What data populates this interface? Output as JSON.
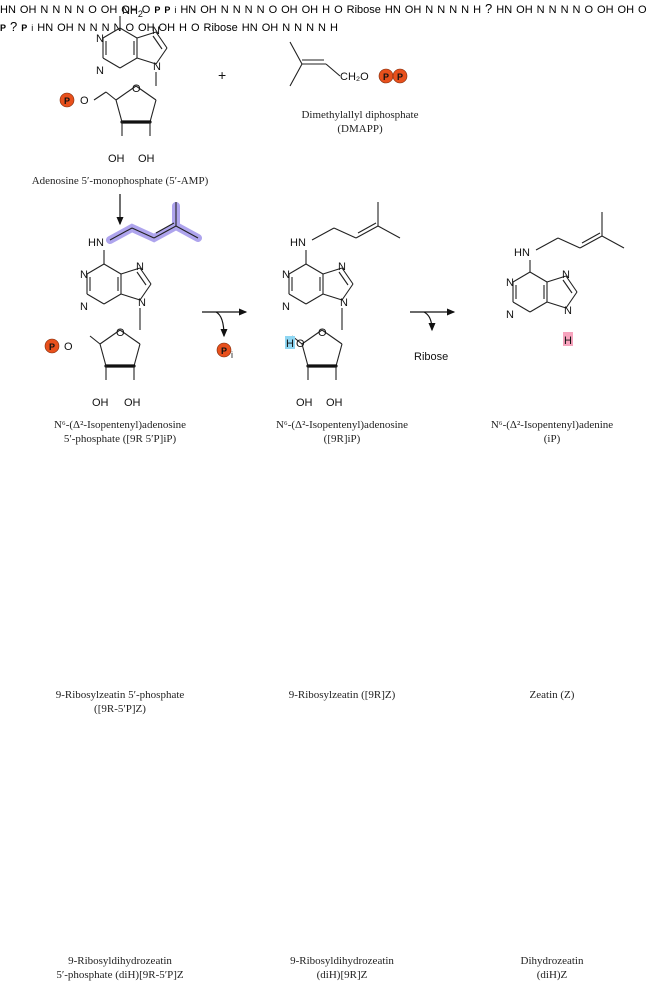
{
  "colors": {
    "phosphate": "#e8501c",
    "isopentenyl_highlight": "#9a8de8",
    "hydroxyl_highlight": "#f7d000",
    "ribose_cleavage_highlight": "#8fd6f2",
    "n9_hydrogen_highlight": "#f7a3bd",
    "dihydro_highlight": "#4cf01c"
  },
  "atoms": {
    "nh2": "NH",
    "nh2_sub": "2",
    "hn": "HN",
    "n": "N",
    "o": "O",
    "oh": "OH",
    "ho": "HO",
    "h": "H",
    "p": "P",
    "pi_p": "P",
    "pi_i": "i",
    "ch2o": "CH₂O"
  },
  "symbols": {
    "plus": "+",
    "question": "?",
    "ribose": "Ribose"
  },
  "labels": {
    "amp": "Adenosine 5′-monophosphate (5′-AMP)",
    "dmapp_line1": "Dimethylallyl diphosphate",
    "dmapp_line2": "(DMAPP)",
    "ip_r_p_line1": "N⁶-(Δ²-Isopentenyl)adenosine",
    "ip_r_p_line2": "5′-phosphate ([9R 5′P]iP)",
    "ip_r_line1": "N⁶-(Δ²-Isopentenyl)adenosine",
    "ip_r_line2": "([9R]iP)",
    "ip_line1": "N⁶-(Δ²-Isopentenyl)adenine",
    "ip_line2": "(iP)",
    "z_r_p_line1": "9-Ribosylzeatin 5′-phosphate",
    "z_r_p_line2": "([9R-5′P]Z)",
    "z_r": "9-Ribosylzeatin ([9R]Z)",
    "z": "Zeatin (Z)",
    "dhz_r_p_line1": "9-Ribosyldihydrozeatin",
    "dhz_r_p_line2": "5′-phosphate (diH)[9R-5′P]Z",
    "dhz_r_line1": "9-Ribosyldihydrozeatin",
    "dhz_r_line2": "(diH)[9R]Z",
    "dhz_line1": "Dihydrozeatin",
    "dhz_line2": "(diH)Z"
  }
}
